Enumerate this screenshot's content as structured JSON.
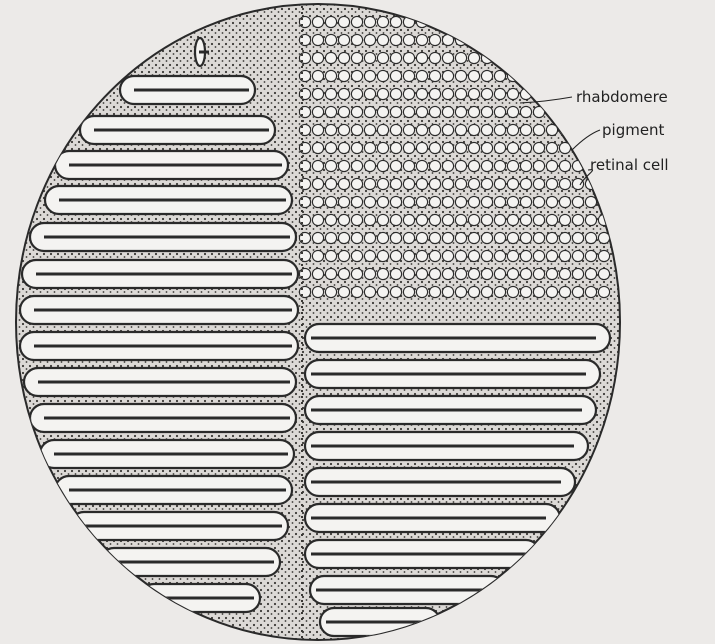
{
  "labels": {
    "rhabdomere": "rhabdomere",
    "pigment": "pigment",
    "retinal_cell": "retinal cell"
  },
  "colors": {
    "background": "#eceae8",
    "outline": "#2a2a2a",
    "pigment_fill": "#8a8783",
    "cell_fill": "#f4f3f1"
  }
}
